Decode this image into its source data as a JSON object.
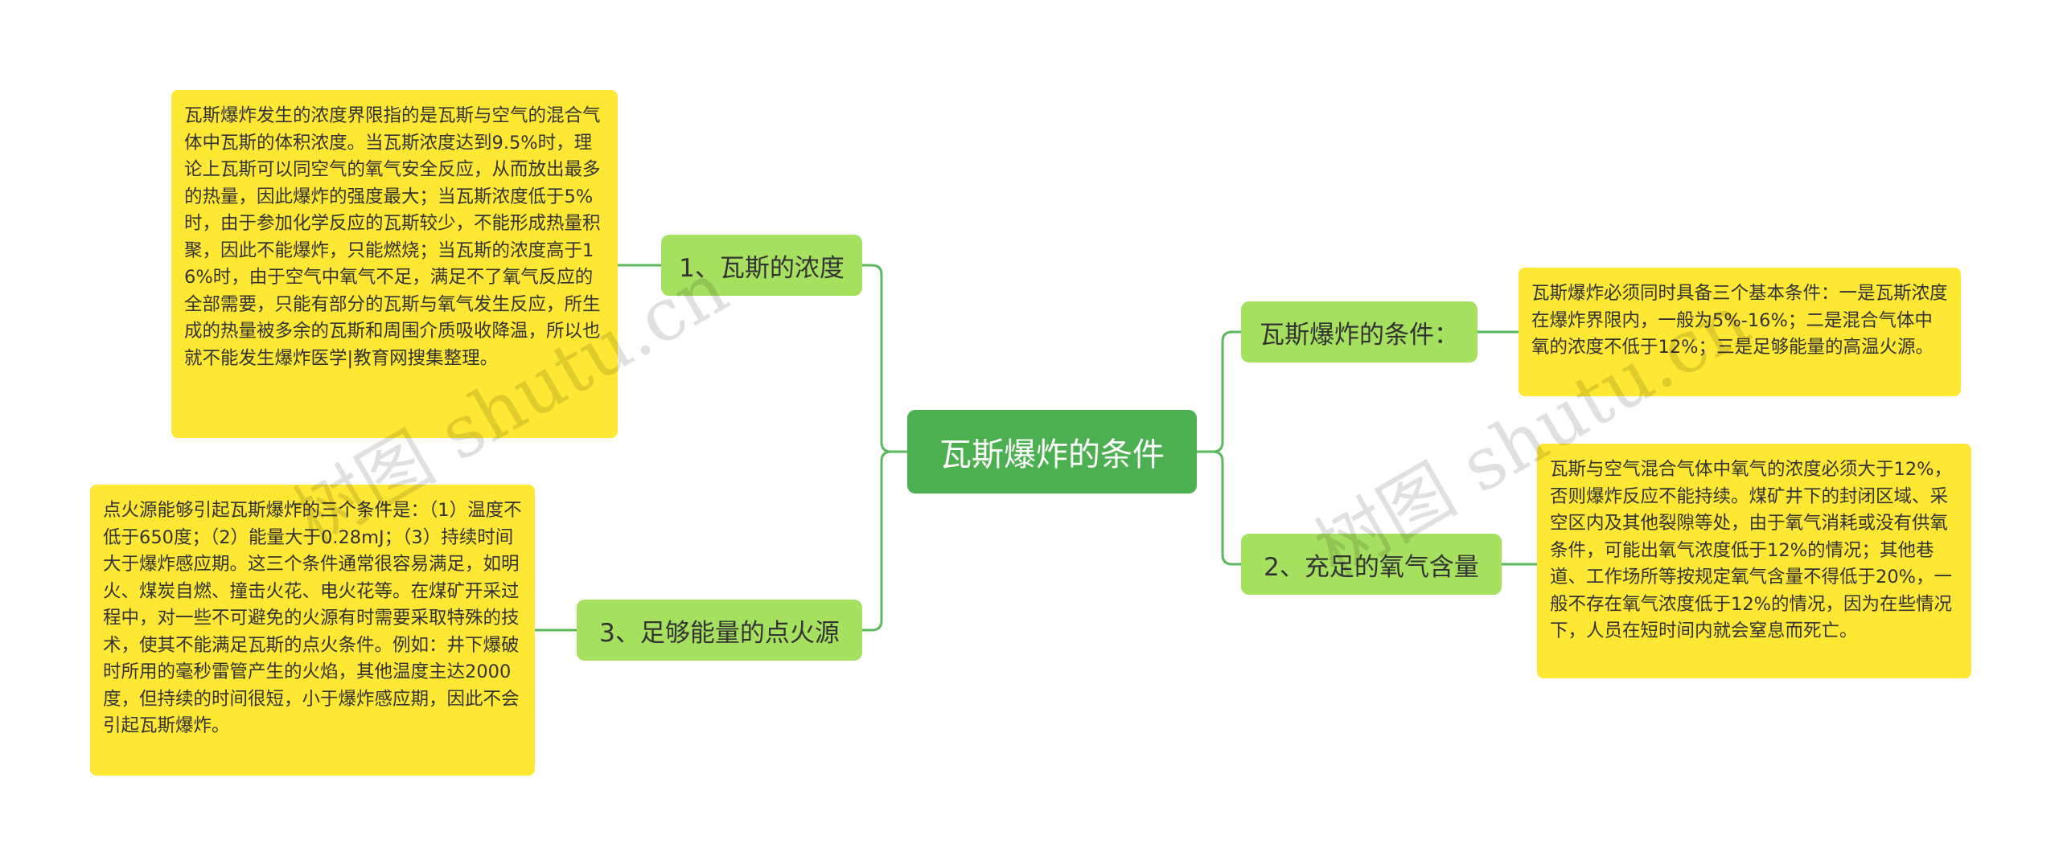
{
  "root": {
    "label": "瓦斯爆炸的条件"
  },
  "branches": {
    "concentration": {
      "label": "1、瓦斯的浓度"
    },
    "ignition": {
      "label": "3、足够能量的点火源"
    },
    "conditions": {
      "label": "瓦斯爆炸的条件："
    },
    "oxygen": {
      "label": "2、充足的氧气含量"
    }
  },
  "leaves": {
    "concentration": "瓦斯爆炸发生的浓度界限指的是瓦斯与空气的混合气体中瓦斯的体积浓度。当瓦斯浓度达到9.5%时，理论上瓦斯可以同空气的氧气安全反应，从而放出最多的热量，因此爆炸的强度最大；当瓦斯浓度低于5%时，由于参加化学反应的瓦斯较少，不能形成热量积聚，因此不能爆炸，只能燃烧；当瓦斯的浓度高于16%时，由于空气中氧气不足，满足不了氧气反应的全部需要，只能有部分的瓦斯与氧气发生反应，所生成的热量被多余的瓦斯和周围介质吸收降温，所以也就不能发生爆炸医学|教育网搜集整理。",
    "ignition": "点火源能够引起瓦斯爆炸的三个条件是：（1）温度不低于650度；（2）能量大于0.28mJ；（3）持续时间大于爆炸感应期。这三个条件通常很容易满足，如明火、煤炭自燃、撞击火花、电火花等。在煤矿开采过程中，对一些不可避免的火源有时需要采取特殊的技术，使其不能满足瓦斯的点火条件。例如：井下爆破时所用的毫秒雷管产生的火焰，其他温度主达2000度，但持续的时间很短，小于爆炸感应期，因此不会引起瓦斯爆炸。",
    "conditions": "瓦斯爆炸必须同时具备三个基本条件：一是瓦斯浓度在爆炸界限内，一般为5%-16%；二是混合气体中氧的浓度不低于12%；三是足够能量的高温火源。",
    "oxygen": "瓦斯与空气混合气体中氧气的浓度必须大于12%，否则爆炸反应不能持续。煤矿井下的封闭区域、采空区内及其他裂隙等处，由于氧气消耗或没有供氧条件，可能出氧气浓度低于12%的情况；其他巷道、工作场所等按规定氧气含量不得低于20%，一般不存在氧气浓度低于12%的情况，因为在些情况下，人员在短时间内就会窒息而死亡。"
  },
  "watermarks": [
    "树图 shutu.cn",
    "树图 shutu.cn"
  ],
  "colors": {
    "root": "#4caf50",
    "branch": "#a5e05f",
    "leaf": "#ffe833",
    "line": "#5cb85c"
  }
}
